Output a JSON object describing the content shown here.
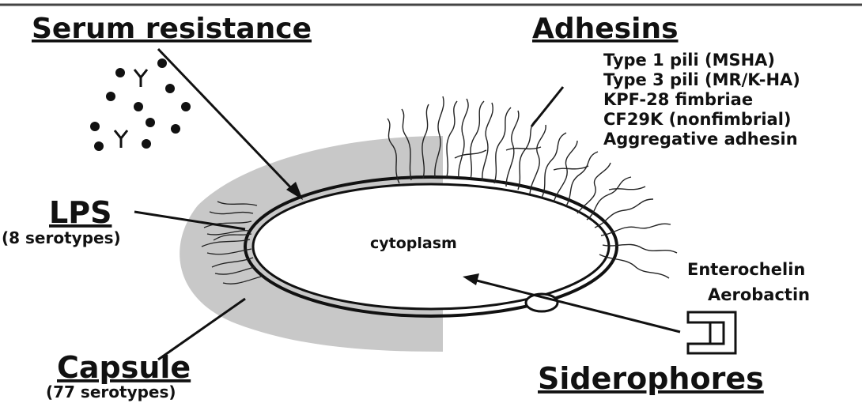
{
  "labels": {
    "serum_resistance": "Serum resistance",
    "adhesins": "Adhesins",
    "lps": "LPS",
    "lps_sub": "(8 serotypes)",
    "capsule": "Capsule",
    "capsule_sub": "(77 serotypes)",
    "cytoplasm": "cytoplasm",
    "siderophores": "Siderophores"
  },
  "adhesin_types": [
    "Type 1 pili (MSHA)",
    "Type 3 pili (MR/K-HA)",
    "KPF-28 fimbriae",
    "CF29K (nonfimbrial)",
    "Aggregative adhesin"
  ],
  "siderophore_types": [
    "Enterochelin",
    "Aerobactin"
  ],
  "colors": {
    "ink": "#111111",
    "capsule_fill": "#c8c8c8",
    "background": "#ffffff"
  }
}
